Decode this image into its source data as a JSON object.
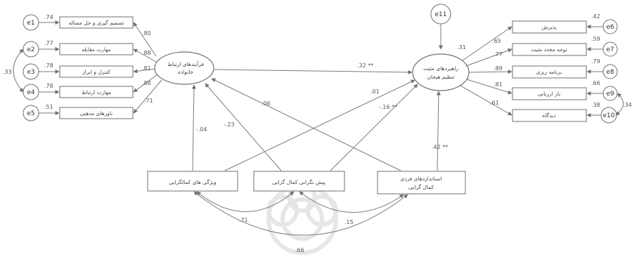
{
  "diagram": {
    "left_errors": [
      "e1",
      "e2",
      "e3",
      "e4",
      "e5"
    ],
    "left_indicators": [
      {
        "label": "تصمیم گیری و حل مساله",
        "loading": ".74"
      },
      {
        "label": "مهارت مقابله",
        "loading": ".77"
      },
      {
        "label": "کنترل و ابراز",
        "loading": ".78"
      },
      {
        "label": "مهارت ارتباط",
        "loading": ".78"
      },
      {
        "label": "باورهای مذهبی",
        "loading": ".51"
      }
    ],
    "left_path_coefs": [
      ".80",
      ".88",
      ".81",
      ".88",
      ".71"
    ],
    "left_error_cov": ".33",
    "left_latent": {
      "line1": "فرآیندهای ارتباط",
      "line2": "خانواده"
    },
    "right_latent": {
      "line1": "راهبردهای مثبت",
      "line2": "تنظیم هیجان"
    },
    "right_r2": ".31",
    "top_error": "e11",
    "right_errors": [
      "e6",
      "e7",
      "e8",
      "e9",
      "e10"
    ],
    "right_indicators": [
      {
        "label": "پذیرش",
        "r2": ".42"
      },
      {
        "label": "توجه مجدد مثبت",
        "r2": ".59"
      },
      {
        "label": "برنامه ریزی",
        "r2": ".79"
      },
      {
        "label": "باز ارزیابی",
        "r2": ".66"
      },
      {
        "label": "دیدگاه",
        "r2": ".38"
      }
    ],
    "right_path_coefs": [
      ".65",
      ".77",
      ".89",
      ".81",
      ".61"
    ],
    "right_error_cov": ".34",
    "main_path_coef": ".32 **",
    "bottom_boxes": [
      {
        "line1": "ویژگی های کمالگرایی",
        "line2": ""
      },
      {
        "line1": "پیش نگرانی کمال گرایی",
        "line2": ""
      },
      {
        "line1": "استانداردهای فردی",
        "line2": "کمال گرایی"
      }
    ],
    "bottom_to_left_coefs": [
      "-.04",
      "-.23",
      ".06"
    ],
    "bottom_to_right_coefs": [
      ".01",
      "-.16 **",
      ".42 **"
    ],
    "bottom_covs": [
      ".71",
      ".15",
      ".66"
    ]
  }
}
